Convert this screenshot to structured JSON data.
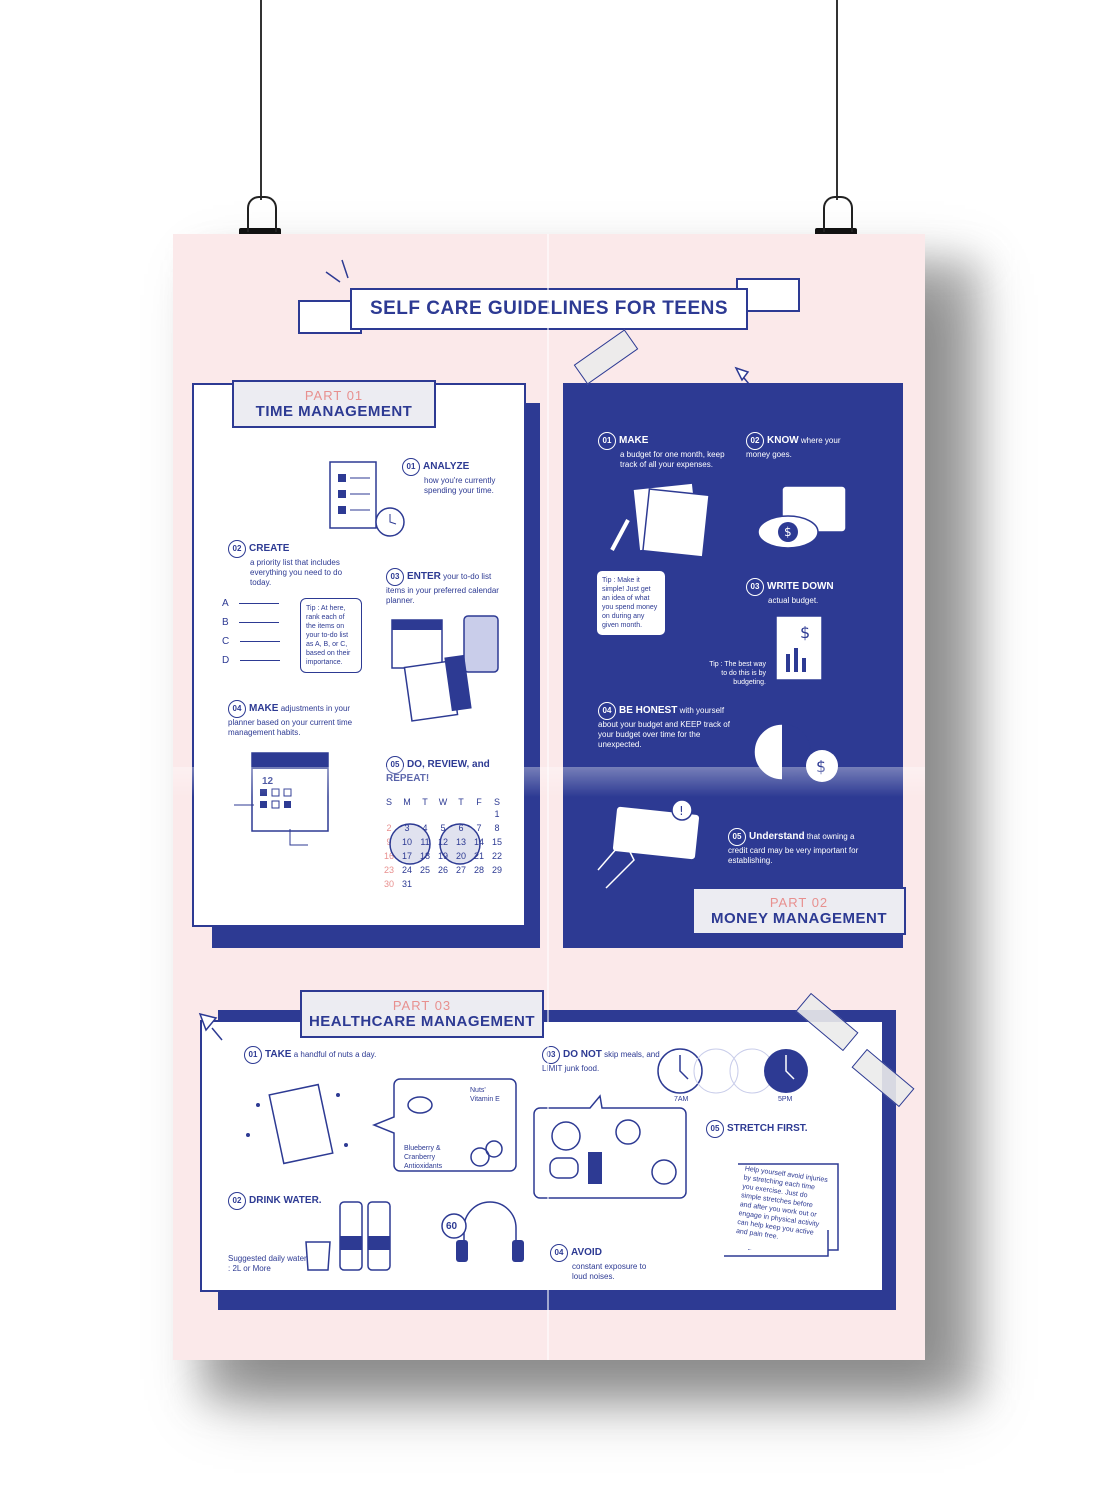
{
  "title": "SELF CARE GUIDELINES FOR TEENS",
  "part1": {
    "label": "PART 01",
    "title": "TIME MANAGEMENT",
    "steps": [
      {
        "num": "01",
        "verb": "ANALYZE",
        "text": "how you're currently spending your time."
      },
      {
        "num": "02",
        "verb": "CREATE",
        "text": "a priority list that includes everything you need to do today."
      },
      {
        "num": "03",
        "verb": "ENTER",
        "text": "your to-do list items in your preferred calendar planner."
      },
      {
        "num": "04",
        "verb": "MAKE",
        "text": "adjustments in your planner based on your current time management habits."
      },
      {
        "num": "05",
        "verb": "DO, REVIEW, and REPEAT!",
        "text": ""
      }
    ],
    "abcd": [
      "A",
      "B",
      "C",
      "D"
    ],
    "tip": "Tip : At here, rank each of the items on your to-do list as A, B, or C, based on their importance.",
    "calendar_icon_day": "12",
    "calendar": {
      "headers": [
        "S",
        "M",
        "T",
        "W",
        "T",
        "F",
        "S"
      ],
      "rows": [
        [
          "",
          "",
          "",
          "",
          "",
          "",
          "1"
        ],
        [
          "2",
          "3",
          "4",
          "5",
          "6",
          "7",
          "8"
        ],
        [
          "9",
          "10",
          "11",
          "12",
          "13",
          "14",
          "15"
        ],
        [
          "16",
          "17",
          "18",
          "19",
          "20",
          "21",
          "22"
        ],
        [
          "23",
          "24",
          "25",
          "26",
          "27",
          "28",
          "29"
        ],
        [
          "30",
          "31",
          "",
          "",
          "",
          "",
          ""
        ]
      ]
    }
  },
  "part2": {
    "label": "PART 02",
    "title": "MONEY MANAGEMENT",
    "steps": [
      {
        "num": "01",
        "verb": "MAKE",
        "text": "a budget for one month, keep track of all your expenses."
      },
      {
        "num": "02",
        "verb": "KNOW",
        "text": "where your money goes."
      },
      {
        "num": "03",
        "verb": "WRITE DOWN",
        "text": "actual budget."
      },
      {
        "num": "04",
        "verb": "BE HONEST",
        "text": "with yourself about your budget and KEEP track of your budget over time for the unexpected."
      },
      {
        "num": "05",
        "verb": "Understand",
        "text": "that owning a credit card may be very important for establishing."
      }
    ],
    "tip1": "Tip : Make it simple! Just get an idea of what you spend money on during any given month.",
    "tip2": "Tip : The best way to do this is by budgeting."
  },
  "part3": {
    "label": "PART 03",
    "title": "HEALTHCARE MANAGEMENT",
    "steps": [
      {
        "num": "01",
        "verb": "TAKE",
        "text": "a handful of nuts a day."
      },
      {
        "num": "02",
        "verb": "DRINK WATER.",
        "text": ""
      },
      {
        "num": "03",
        "verb": "DO NOT",
        "text": "skip meals, and LIMIT junk food."
      },
      {
        "num": "04",
        "verb": "AVOID",
        "text": "constant exposure to loud noises."
      },
      {
        "num": "05",
        "verb": "STRETCH FIRST.",
        "text": ""
      }
    ],
    "nuts_label": "Nuts' Vitamin E",
    "berry_label": "Blueberry & Cranberry Antioxidants",
    "water_label": "Suggested daily water : 2L or More",
    "volume": "60",
    "time_start": "7AM",
    "time_end": "5PM",
    "scroll_text": "Help yourself avoid injuries by stretching each time you exercise. Just do simple stretches before and after you work out or engage in physical activity can help keep you active and pain free."
  },
  "colors": {
    "navy": "#2d3a93",
    "pink_bg": "#fbe9ea",
    "accent_pink": "#e8908f"
  }
}
